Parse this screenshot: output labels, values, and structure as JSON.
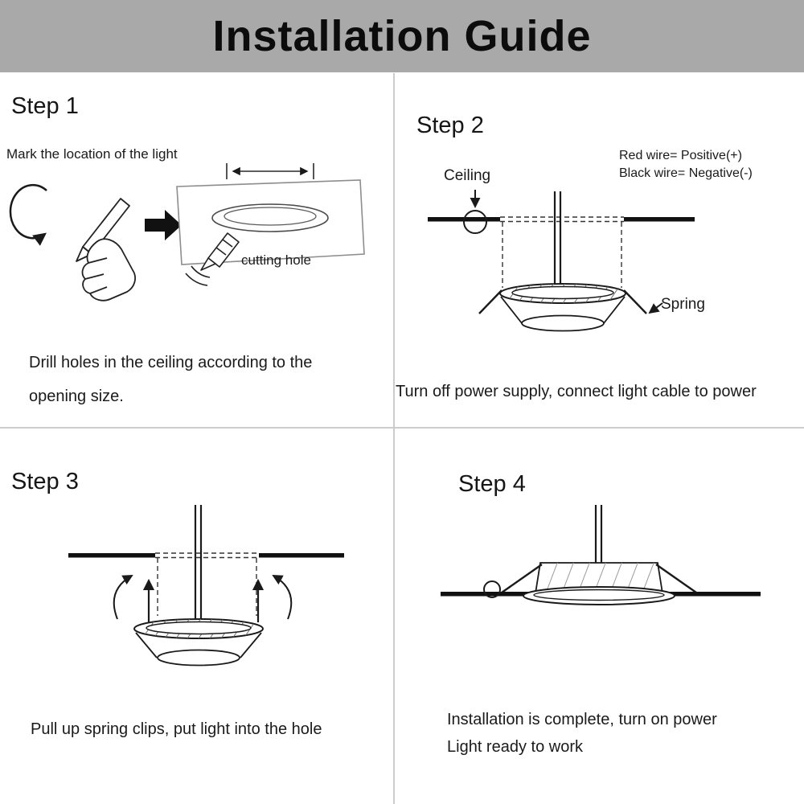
{
  "title": "Installation Guide",
  "step1": {
    "heading": "Step 1",
    "instruction": "Mark the location of the light",
    "cutting_hole_label": "cutting hole",
    "caption_line1": "Drill holes in the ceiling according to the",
    "caption_line2": "opening size."
  },
  "step2": {
    "heading": "Step 2",
    "ceiling_label": "Ceiling",
    "wire_note_red": "Red wire= Positive(+)",
    "wire_note_black": "Black wire= Negative(-)",
    "spring_label": "Spring",
    "caption": "Turn off power supply, connect light cable to power"
  },
  "step3": {
    "heading": "Step 3",
    "caption": "Pull up spring clips, put light into the hole"
  },
  "step4": {
    "heading": "Step 4",
    "caption_line1": "Installation is complete, turn on power",
    "caption_line2": "Light ready to work"
  },
  "colors": {
    "banner_bg": "#a9a9a9",
    "divider": "#cccccc",
    "ink": "#1a1a1a"
  }
}
